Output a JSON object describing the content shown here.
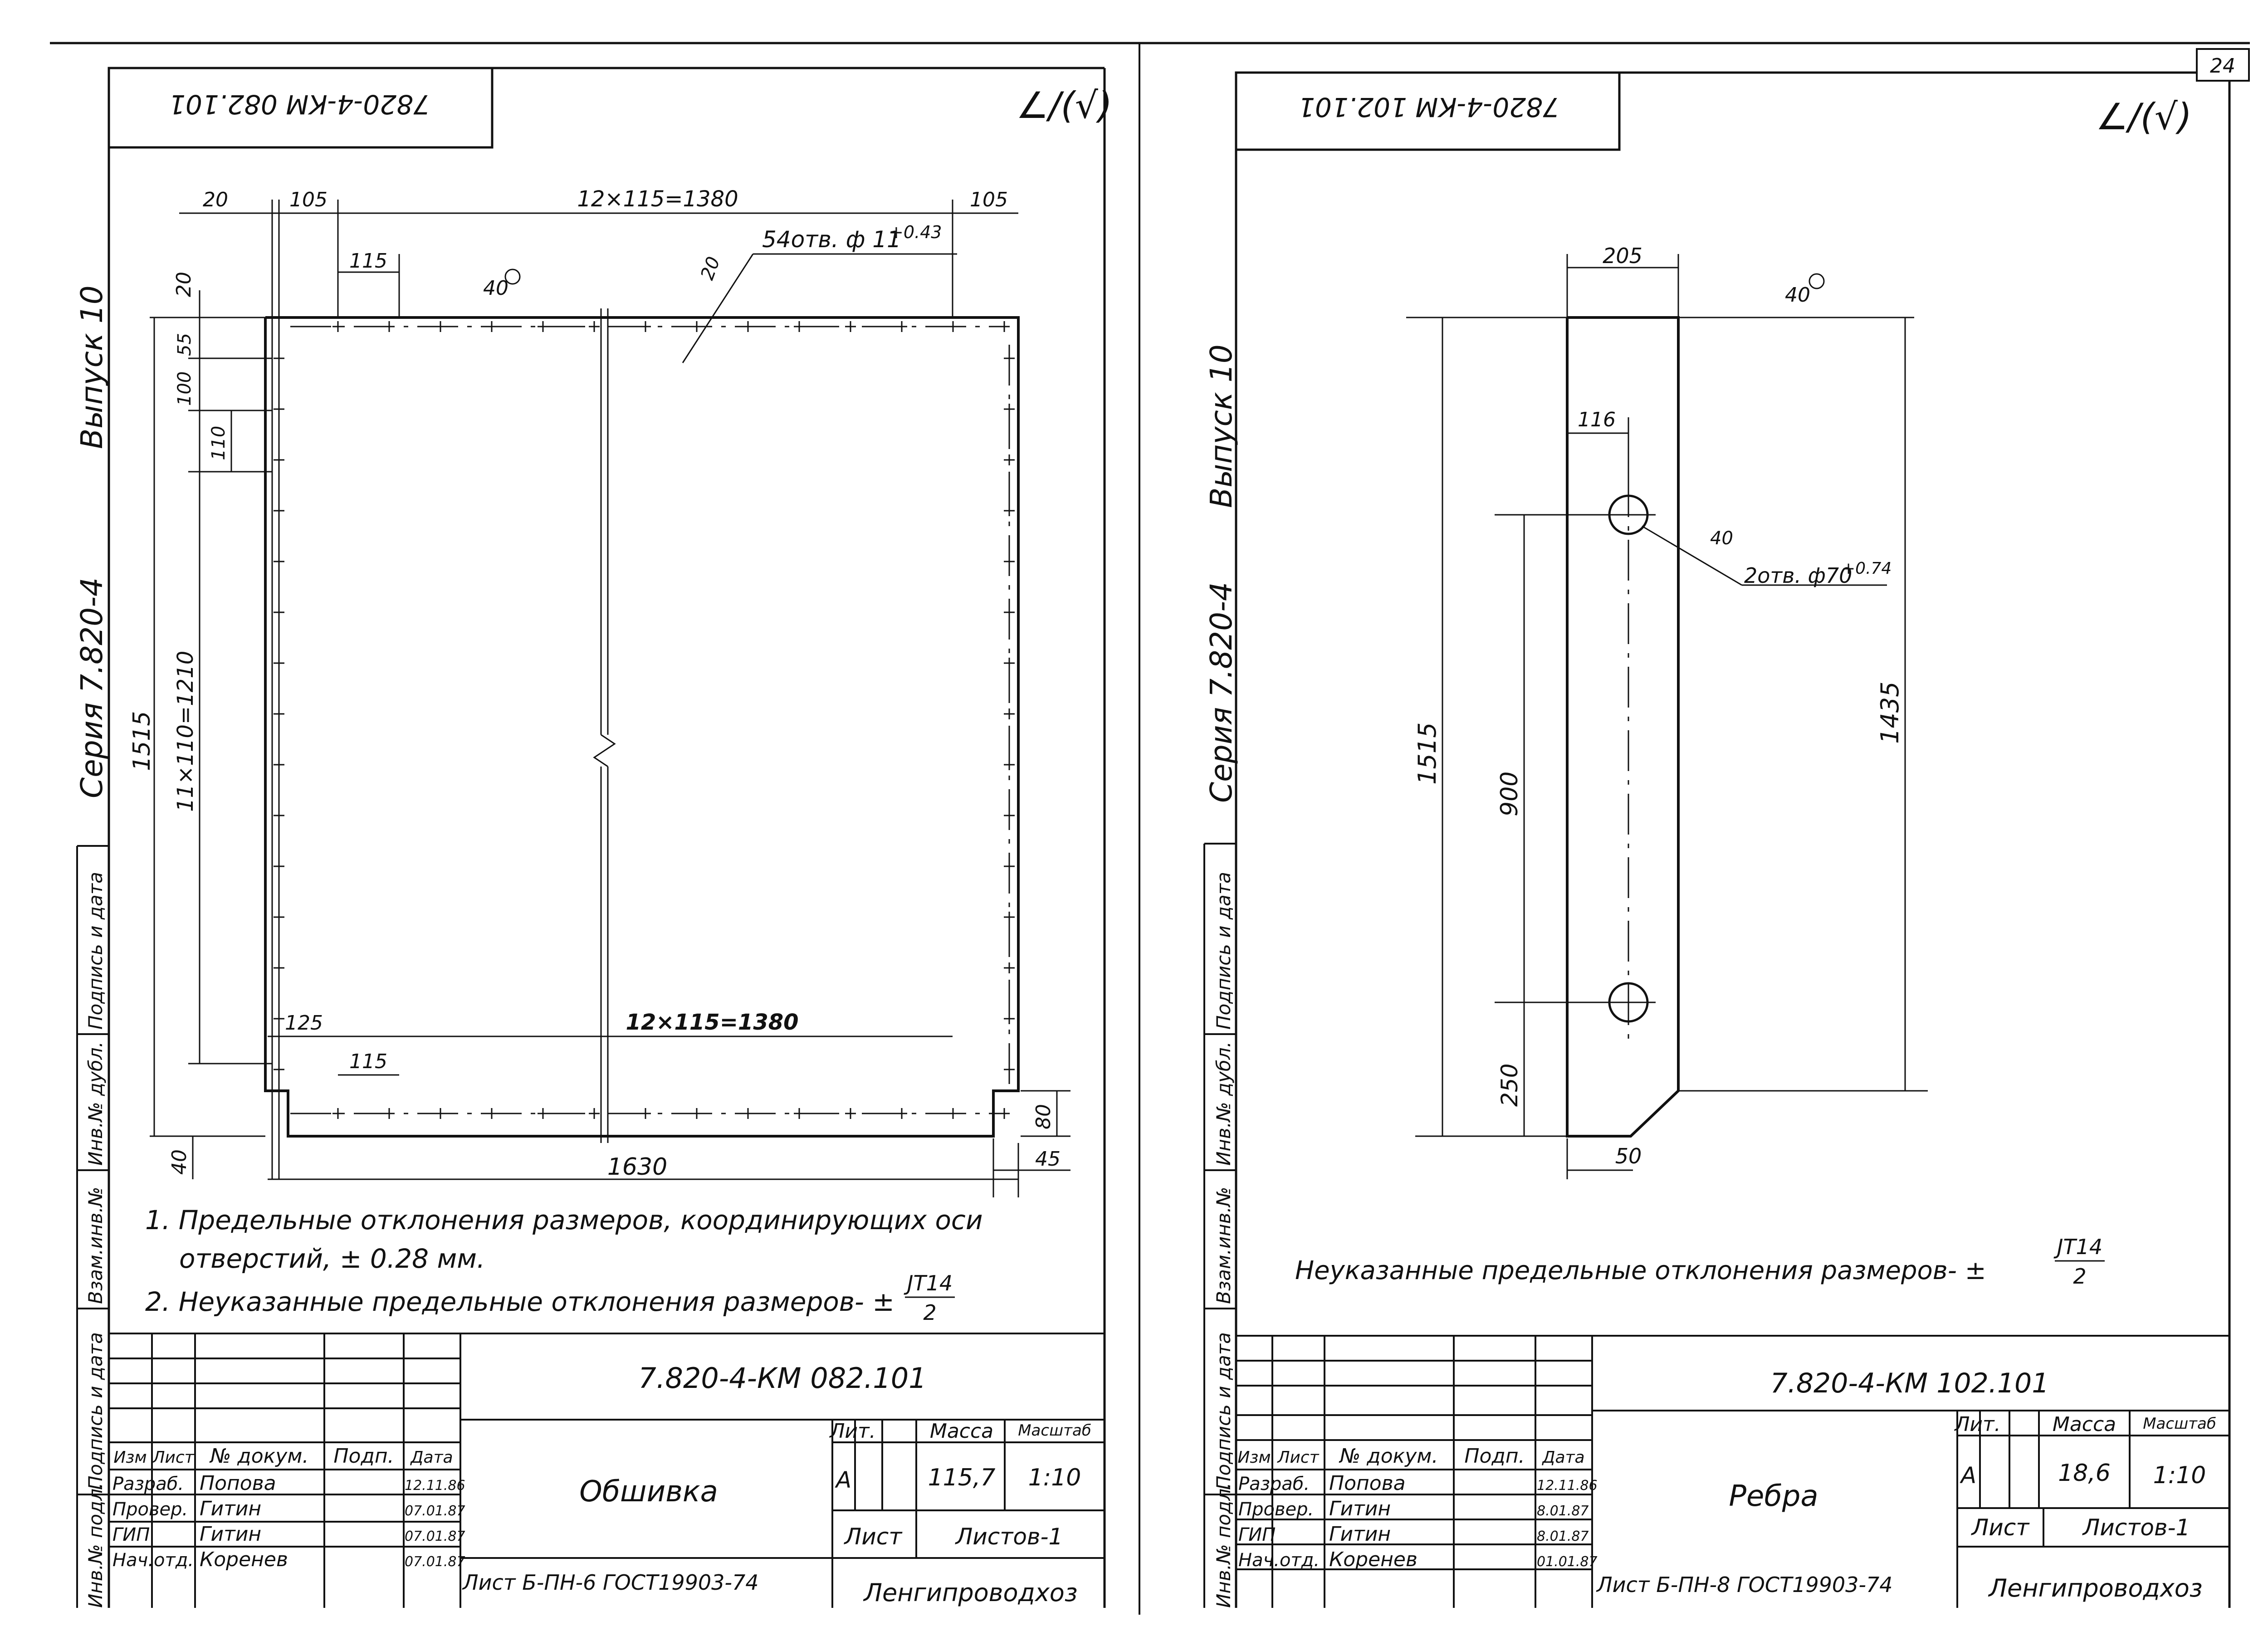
{
  "page": {
    "number": "24"
  },
  "left": {
    "stamp_top": "7820-4-КМ 082.101",
    "rough": "∠/(√)",
    "side_vypusk": "Выпуск 10",
    "side_seriya": "Серия 7.820-4",
    "dims": {
      "d20_top": "20",
      "d105_left": "105",
      "d12x115_top": "12×115=1380",
      "d105_right": "105",
      "d115": "115",
      "weld": "40",
      "weld2": "20",
      "holes": "54отв. ф 11",
      "holes_tol": "+0.43",
      "d20_v": "20",
      "d100": "100",
      "d55": "55",
      "d110": "110",
      "d11x110": "11×110=1210",
      "d1515": "1515",
      "d125": "125",
      "d12x115_bot": "12×115=1380",
      "d115_bot": "115",
      "d80": "80",
      "d45": "45",
      "d40": "40",
      "d1630": "1630"
    },
    "notes": [
      "1. Предельные отклонения размеров, координирующих оси",
      "отверстий, ± 0.28 мм.",
      "2. Неуказанные предельные отклонения размеров- ±"
    ],
    "tol_frac": {
      "num": "JT14",
      "den": "2"
    },
    "block": {
      "code": "7.820-4-КМ 082.101",
      "title": "Обшивка",
      "headers": [
        "Изм",
        "Лист",
        "№ докум.",
        "Подп.",
        "Дата"
      ],
      "lit_label": "Лит.",
      "mass_label": "Масса",
      "scale_label": "Масштаб",
      "lit": "А",
      "mass": "115,7",
      "scale": "1:10",
      "sheet_label": "Лист",
      "sheets_label": "Листов-1",
      "rows": [
        {
          "role": "Разраб.",
          "name": "Попова",
          "date": "12.11.86"
        },
        {
          "role": "Провер.",
          "name": "Гитин",
          "date": "07.01.87"
        },
        {
          "role": "ГИП",
          "name": "Гитин",
          "date": "07.01.87"
        },
        {
          "role": "Нач.отд.",
          "name": "Коренев",
          "date": "07.01.87"
        }
      ],
      "material": "Лист Б-ПН-6 ГОСТ19903-74",
      "org": "Ленгипроводхоз"
    },
    "side_left": [
      "Подпись и дата",
      "Инв.№ дубл.",
      "Взам.инв.№",
      "Подпись и дата",
      "Инв.№ подл."
    ]
  },
  "right": {
    "stamp_top": "7820-4-КМ 102.101",
    "rough": "∠/(√)",
    "side_vypusk": "Выпуск 10",
    "side_seriya": "Серия 7.820-4",
    "dims": {
      "d205": "205",
      "weld": "40",
      "d116": "116",
      "weld_small": "40",
      "holes": "2отв. ф70",
      "holes_tol": "+0.74",
      "d1515": "1515",
      "d900": "900",
      "d1435": "1435",
      "d250": "250",
      "d50": "50"
    },
    "note": "Неуказанные предельные отклонения размеров- ±",
    "tol_frac": {
      "num": "JT14",
      "den": "2"
    },
    "block": {
      "code": "7.820-4-КМ 102.101",
      "title": "Ребра",
      "headers": [
        "Изм",
        "Лист",
        "№ докум.",
        "Подп.",
        "Дата"
      ],
      "lit_label": "Лит.",
      "mass_label": "Масса",
      "scale_label": "Масштаб",
      "lit": "А",
      "mass": "18,6",
      "scale": "1:10",
      "sheet_label": "Лист",
      "sheets_label": "Листов-1",
      "rows": [
        {
          "role": "Разраб.",
          "name": "Попова",
          "date": "12.11.86"
        },
        {
          "role": "Провер.",
          "name": "Гитин",
          "date": "8.01.87"
        },
        {
          "role": "ГИП",
          "name": "Гитин",
          "date": "8.01.87"
        },
        {
          "role": "Нач.отд.",
          "name": "Коренев",
          "date": "01.01.87"
        }
      ],
      "material": "Лист Б-ПН-8 ГОСТ19903-74",
      "org": "Ленгипроводхоз"
    },
    "side_left": [
      "Подпись и дата",
      "Инв.№ дубл.",
      "Взам.инв.№",
      "Подпись и дата",
      "Инв.№ подл."
    ]
  }
}
